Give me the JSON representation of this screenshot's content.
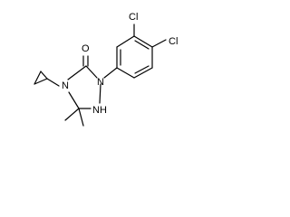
{
  "molecule": {
    "atoms": {
      "cl_upper": "Cl",
      "cl_right": "Cl",
      "carbonyl_oxygen": "O",
      "n1": "N",
      "n4": "N",
      "nh": "NH"
    }
  }
}
